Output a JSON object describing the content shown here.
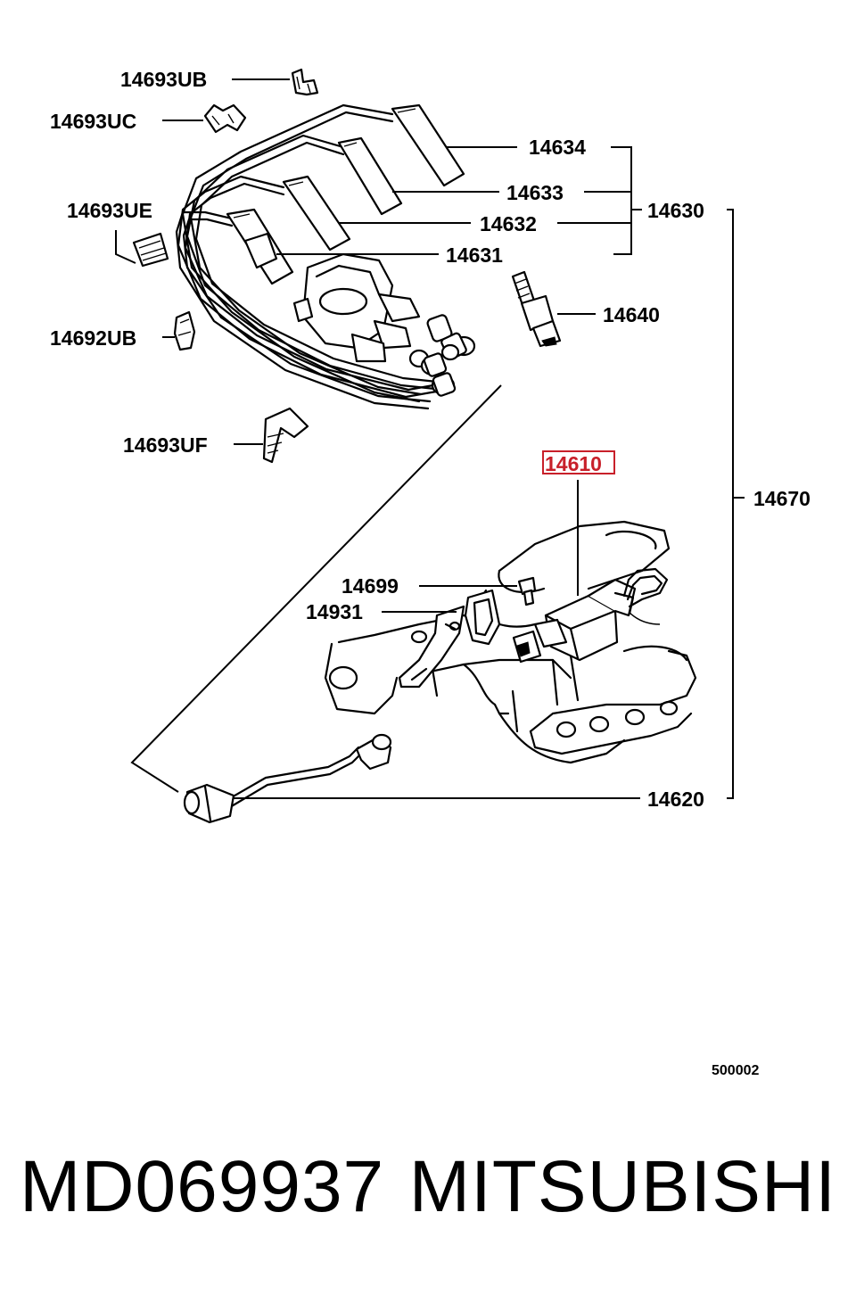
{
  "callouts": {
    "c14693UB": "14693UB",
    "c14693UC": "14693UC",
    "c14693UE": "14693UE",
    "c14692UB": "14692UB",
    "c14693UF": "14693UF",
    "c14634": "14634",
    "c14633": "14633",
    "c14632": "14632",
    "c14631": "14631",
    "c14630": "14630",
    "c14640": "14640",
    "c14610": "14610",
    "c14670": "14670",
    "c14699": "14699",
    "c14931": "14931",
    "c14620": "14620"
  },
  "highlighted_callout": "14610",
  "highlight_color": "#c8202a",
  "diagram_ref": "500002",
  "footer": {
    "part_number": "MD069937",
    "brand": "MITSUBISHI"
  }
}
